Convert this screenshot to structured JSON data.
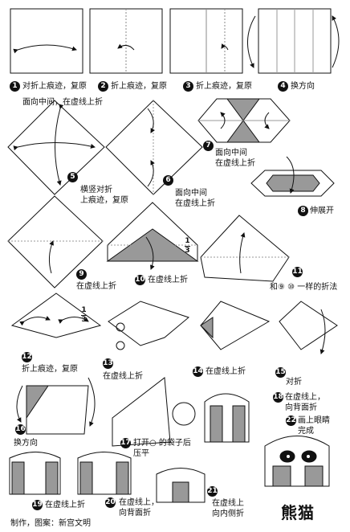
{
  "title": "熊猫",
  "credit": "制作，图案：新宫文明",
  "fraction": {
    "numerator": "1",
    "denominator": "3"
  },
  "steps": [
    {
      "num": "1",
      "text": "对折上痕迹，复原"
    },
    {
      "num": "2",
      "text": "折上痕迹，复原"
    },
    {
      "num": "3",
      "text": "折上痕迹，复原"
    },
    {
      "num": "4",
      "text": "换方向"
    },
    {
      "num": "5",
      "text": "横竖对折\n上痕迹，复原"
    },
    {
      "num": "6",
      "text": "面向中间\n在虚线上折"
    },
    {
      "num": "7",
      "text": "面向中间\n在虚线上折"
    },
    {
      "num": "8",
      "text": "伸展开"
    },
    {
      "num": "9",
      "text": "在虚线上折"
    },
    {
      "num": "10",
      "text": "在虚线上折"
    },
    {
      "num": "11",
      "text": ""
    },
    {
      "num": "12",
      "text": "折上痕迹，复原"
    },
    {
      "num": "13",
      "text": "在虚线上折"
    },
    {
      "num": "14",
      "text": "在虚线上折"
    },
    {
      "num": "15",
      "text": "对折"
    },
    {
      "num": "16",
      "text": "换方向"
    },
    {
      "num": "17",
      "text": "打开○ 的袋子后\n压平"
    },
    {
      "num": "18",
      "text": "在虚线上，\n向背面折"
    },
    {
      "num": "19",
      "text": "在虚线上折"
    },
    {
      "num": "20",
      "text": "在虚线上，\n向背面折"
    },
    {
      "num": "21",
      "text": "在虚线上\n向内侧折"
    },
    {
      "num": "22",
      "text": "画上眼睛\n完成"
    }
  ],
  "note_top": "面向中间，在虚线上折",
  "note_11": "和⑨ ⑩ 一样的折法"
}
